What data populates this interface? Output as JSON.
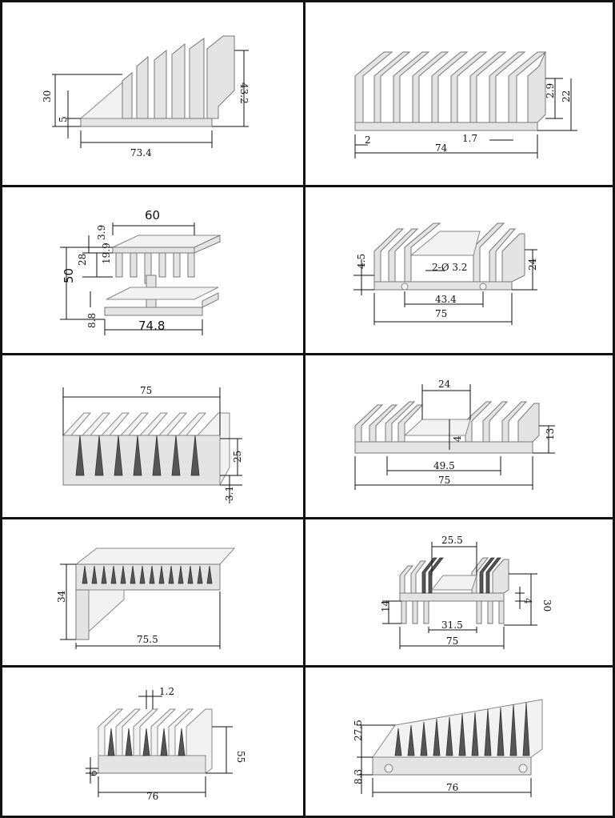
{
  "panels": [
    {
      "id": "p1",
      "dims": [
        "30",
        "5",
        "43.2",
        "73.4"
      ]
    },
    {
      "id": "p2",
      "dims": [
        "2.9",
        "22",
        "2",
        "1.7",
        "74"
      ]
    },
    {
      "id": "p3",
      "dims": [
        "60",
        "3.9",
        "28",
        "19.9",
        "50",
        "8.8",
        "74.8"
      ]
    },
    {
      "id": "p4",
      "dims": [
        "4.5",
        "2-Ø 3.2",
        "24",
        "43.4",
        "75"
      ]
    },
    {
      "id": "p5",
      "dims": [
        "75",
        "25",
        "3.1"
      ]
    },
    {
      "id": "p6",
      "dims": [
        "24",
        "4",
        "13",
        "49.5",
        "75"
      ]
    },
    {
      "id": "p7",
      "dims": [
        "34",
        "75.5"
      ]
    },
    {
      "id": "p8",
      "dims": [
        "25.5",
        "30",
        "4",
        "14",
        "31.5",
        "75"
      ]
    },
    {
      "id": "p9",
      "dims": [
        "1.2",
        "55",
        "6",
        "76"
      ]
    },
    {
      "id": "p10",
      "dims": [
        "27.5",
        "8.3",
        "76"
      ]
    }
  ],
  "colors": {
    "border": "#111111",
    "aluminum": "#e4e4e4",
    "shade": "#777777"
  }
}
